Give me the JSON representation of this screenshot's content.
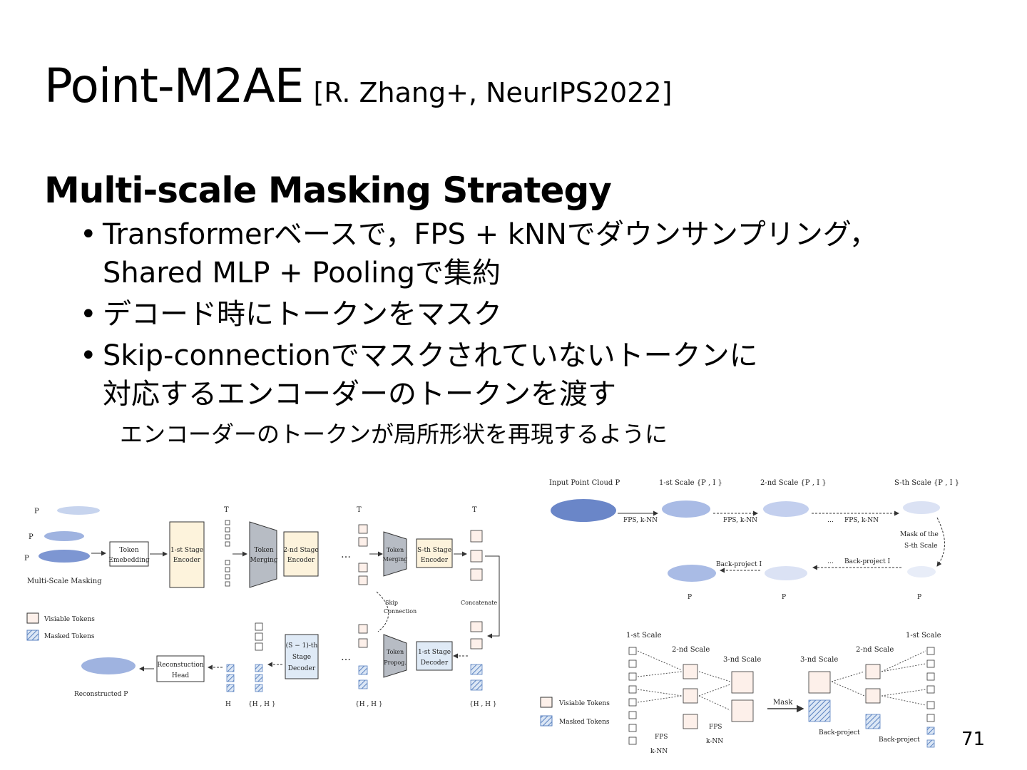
{
  "title": {
    "main": "Point-M2AE",
    "reference": "[R. Zhang+, NeurIPS2022]"
  },
  "heading": "Multi-scale Masking Strategy",
  "bullets": [
    {
      "lines": [
        "Transformerベースで，FPS + kNNでダウンサンプリング，",
        "Shared MLP + Poolingで集約"
      ]
    },
    {
      "lines": [
        "デコード時にトークンをマスク"
      ]
    },
    {
      "lines": [
        "Skip-connectionでマスクされていないトークンに",
        "対応するエンコーダーのトークンを渡す"
      ]
    }
  ],
  "sub_bullet": "エンコーダーのトークンが局所形状を再現するように",
  "page_number": "71",
  "colors": {
    "visible_token": "#fdf0ea",
    "masked_token": "#9bb8e0",
    "encoder_box": "#fdf3dc",
    "decoder_box": "#dfeaf6",
    "point_cloud": "#6a86c8"
  },
  "figure_left": {
    "labels": {
      "ps": "P",
      "multi_scale_masking": "Multi-Scale Masking",
      "token_embedding_1": "Token",
      "token_embedding_2": "Emebedding",
      "stage1_enc_1": "1-st Stage",
      "stage1_enc_2": "Encoder",
      "token_merging_1": "Token",
      "token_merging_2": "Merging",
      "stage2_enc_1": "2-nd Stage",
      "stage2_enc_2": "Encoder",
      "stageS_enc_1": "S-th Stage",
      "stageS_enc_2": "Encoder",
      "t1": "T",
      "ts1": "T",
      "ts": "T",
      "skip_1": "Skip",
      "skip_2": "Connection",
      "concatenate": "Concatenate",
      "legend_visible": "Visiable Tokens",
      "legend_masked": "Masked Tokens",
      "recon_head_1": "Reconstuction",
      "recon_head_2": "Head",
      "reconstructed": "Reconstructed  P",
      "decS1_1": "(S − 1)-th",
      "decS1_2": "Stage",
      "decS1_3": "Decoder",
      "propag_1": "Token",
      "propag_2": "Propog.",
      "dec1_1": "1-st Stage",
      "dec1_2": "Decoder",
      "h_s1": "H",
      "h_pair_s1": "{H , H }",
      "h_pair_2": "{H , H }",
      "h_pair_1": "{H , H }",
      "dots": "…"
    }
  },
  "figure_right_top": {
    "labels": {
      "input": "Input Point Cloud  P",
      "scale1": "1-st Scale  {P , I }",
      "scale2": "2-nd Scale  {P , I }",
      "scaleS": "S-th Scale  {P , I }",
      "fps1": "FPS,  k-NN",
      "fps2": "FPS,  k-NN",
      "fps3": "FPS,  k-NN",
      "mask_s_1": "Mask of the",
      "mask_s_2": "S-th Scale",
      "backproj_2": "Back-project  I",
      "backproj_s": "Back-project  I",
      "p1": "P",
      "p2": "P",
      "ps": "P",
      "dots": "…"
    }
  },
  "figure_right_bottom": {
    "labels": {
      "scale1_left": "1-st Scale",
      "scale2_left": "2-nd Scale",
      "scale3_left": "3-nd Scale",
      "scale3_right": "3-nd Scale",
      "scale2_right": "2-nd Scale",
      "scale1_right": "1-st Scale",
      "legend_visible": "Visiable Tokens",
      "legend_masked": "Masked Tokens",
      "fps1_1": "FPS",
      "fps1_2": "k-NN",
      "fps2_1": "FPS",
      "fps2_2": "k-NN",
      "mask": "Mask",
      "backproj_1": "Back-project",
      "backproj_2": "Back-project"
    }
  }
}
